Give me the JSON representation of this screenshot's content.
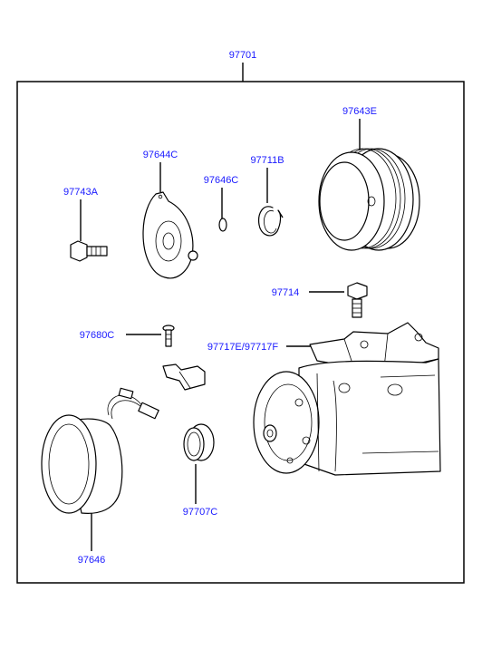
{
  "assembly_label": "97701",
  "parts": [
    {
      "id": "97643E",
      "name": "pulley"
    },
    {
      "id": "97644C",
      "name": "hub-plate"
    },
    {
      "id": "97646C",
      "name": "shim-ring"
    },
    {
      "id": "97711B",
      "name": "snap-ring"
    },
    {
      "id": "97743A",
      "name": "bolt"
    },
    {
      "id": "97714",
      "name": "bolt"
    },
    {
      "id": "97680C",
      "name": "screw"
    },
    {
      "id": "97717E/97717F",
      "name": "compressor-body"
    },
    {
      "id": "97707C",
      "name": "seal-ring"
    },
    {
      "id": "97646",
      "name": "field-coil"
    }
  ]
}
